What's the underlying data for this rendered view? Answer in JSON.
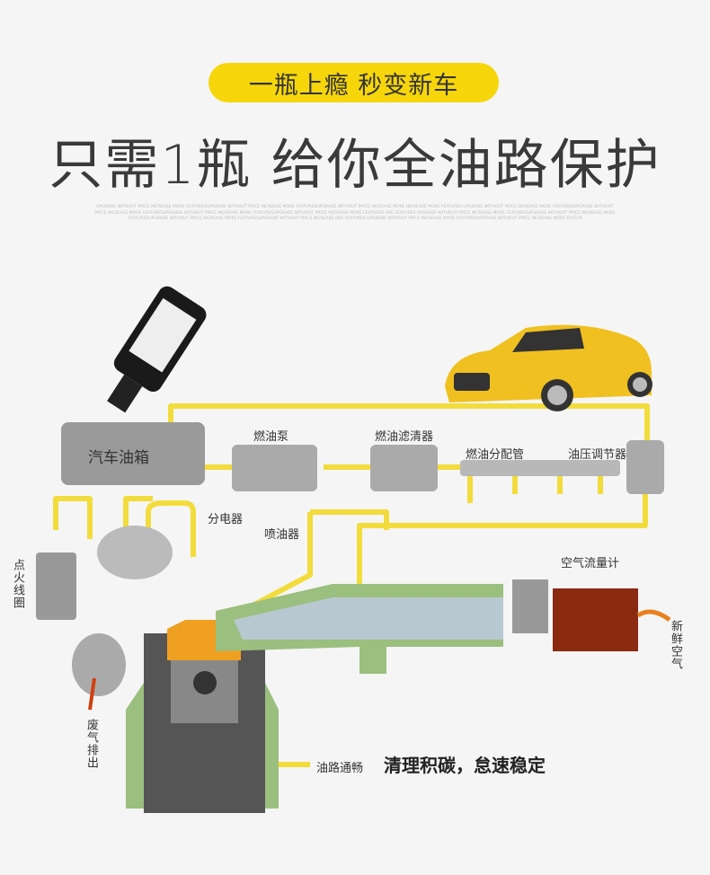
{
  "header": {
    "slogan": "一瓶上瘾  秒变新车",
    "title": "只需1瓶 给你全油路保护",
    "fine_print": "UPGRADE WITHOUT PRICE INCREASE MORE FEATURESUPGRADE WITHOUT PRICE INCREASE MORE FEATURESUPGRADE WITHOUT PRICE INCREASE MORE INCREASE MORE FEATURES UPGRADE WITHOUT PRICE INCREASE MORE FEATURESUPGRADE WITHOUT PRICE INCREASE MORE FEATURESUPGRADE WITHOUT PRICE INCREASE MORE FEATURESUPGRADE WITHOUT PRICE INCREASE MORE FEATURES ORE FEATURES UPGRADE WITHOUT PRICE INCREASE MORE FEATURESUPGRADE WITHOUT PRICE INCREASE MORE FEATURESUPGRADE WITHOUT PRICE INCREASE MORE FEATURESUPGRADE WITHOUT PRICE INCREASE ORE FEATURES UPGRADE WITHOUT PRICE INCREASE MORE FEATURESUPGRADE WITHOUT PRICE INCREASE MORE FEATUR"
  },
  "diagram": {
    "fuel_tank": "汽车油箱",
    "fuel_pump": "燃油泵",
    "fuel_filter": "燃油滤清器",
    "fuel_rail": "燃油分配管",
    "pressure_regulator": "油压调节器",
    "distributor": "分电器",
    "injector": "喷油器",
    "air_flow_meter": "空气流量计",
    "ignition_coil": "点火线圈",
    "fresh_air": "新鲜空气",
    "exhaust": "废气排出",
    "legend_label": "油路通畅",
    "tagline": "清理积碳，怠速稳定"
  },
  "colors": {
    "accent": "#f6d60a",
    "fuel_line": "#f2dc3c",
    "coolant": "#9bbf7e"
  }
}
